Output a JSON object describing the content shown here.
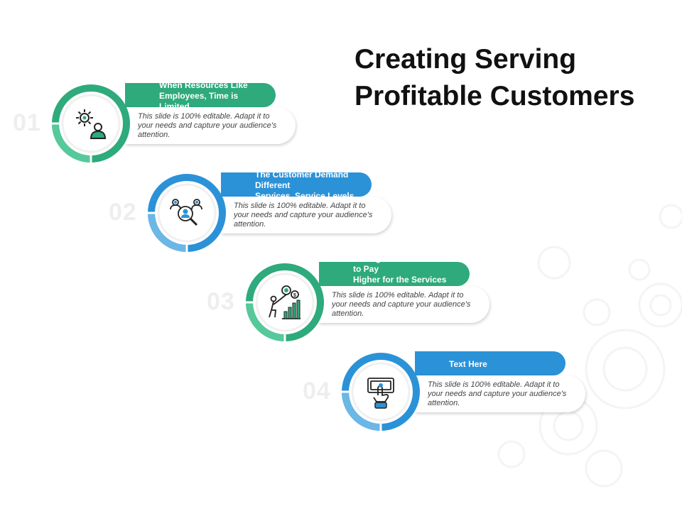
{
  "slide": {
    "title": "Creating Serving Profitable Customers"
  },
  "colors": {
    "green": "#2eaa7c",
    "green_light": "#56c99b",
    "blue": "#2b92d8",
    "blue_light": "#6bb7e6",
    "number_gray": "#eeeeee"
  },
  "steps": [
    {
      "number": "01",
      "heading": "When Resources  Like\nEmployees, Time is Limited",
      "description": "This slide is 100% editable. Adapt it to your needs and capture your audience's attention.",
      "icon": "gear-user-icon",
      "color": "green"
    },
    {
      "number": "02",
      "heading": "The Customer  Demand Different\nServices, Service Levels",
      "description": "This slide is 100% editable. Adapt it to your needs and capture your audience's attention.",
      "icon": "user-search-network-icon",
      "color": "blue"
    },
    {
      "number": "03",
      "heading": "Willingness of Customers  to Pay\nHigher for the Services Rendered",
      "description": "This slide is 100% editable. Adapt it to your needs and capture your audience's attention.",
      "icon": "person-growth-chart-icon",
      "color": "green"
    },
    {
      "number": "04",
      "heading": "Text Here",
      "description": "This slide is 100% editable. Adapt it to your needs and capture your audience's attention.",
      "icon": "hand-money-icon",
      "color": "blue"
    }
  ]
}
